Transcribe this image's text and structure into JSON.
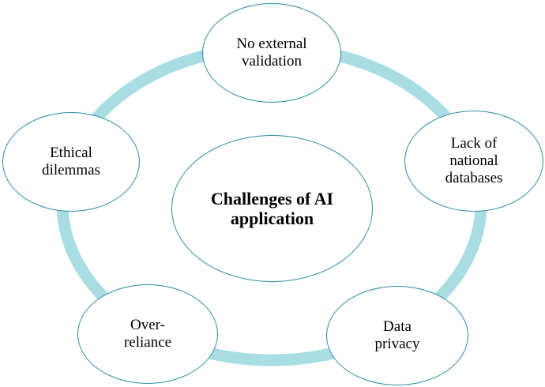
{
  "diagram": {
    "ring_color": "#a8dde3",
    "node_border_color": "#2c8ca4",
    "center": {
      "label": "Challenges of AI application"
    },
    "outer_nodes": [
      {
        "label": "No external\nvalidation"
      },
      {
        "label": "Lack of\nnational\ndatabases"
      },
      {
        "label": "Data\nprivacy"
      },
      {
        "label": "Over-\nreliance"
      },
      {
        "label": "Ethical\ndilemmas"
      }
    ]
  }
}
